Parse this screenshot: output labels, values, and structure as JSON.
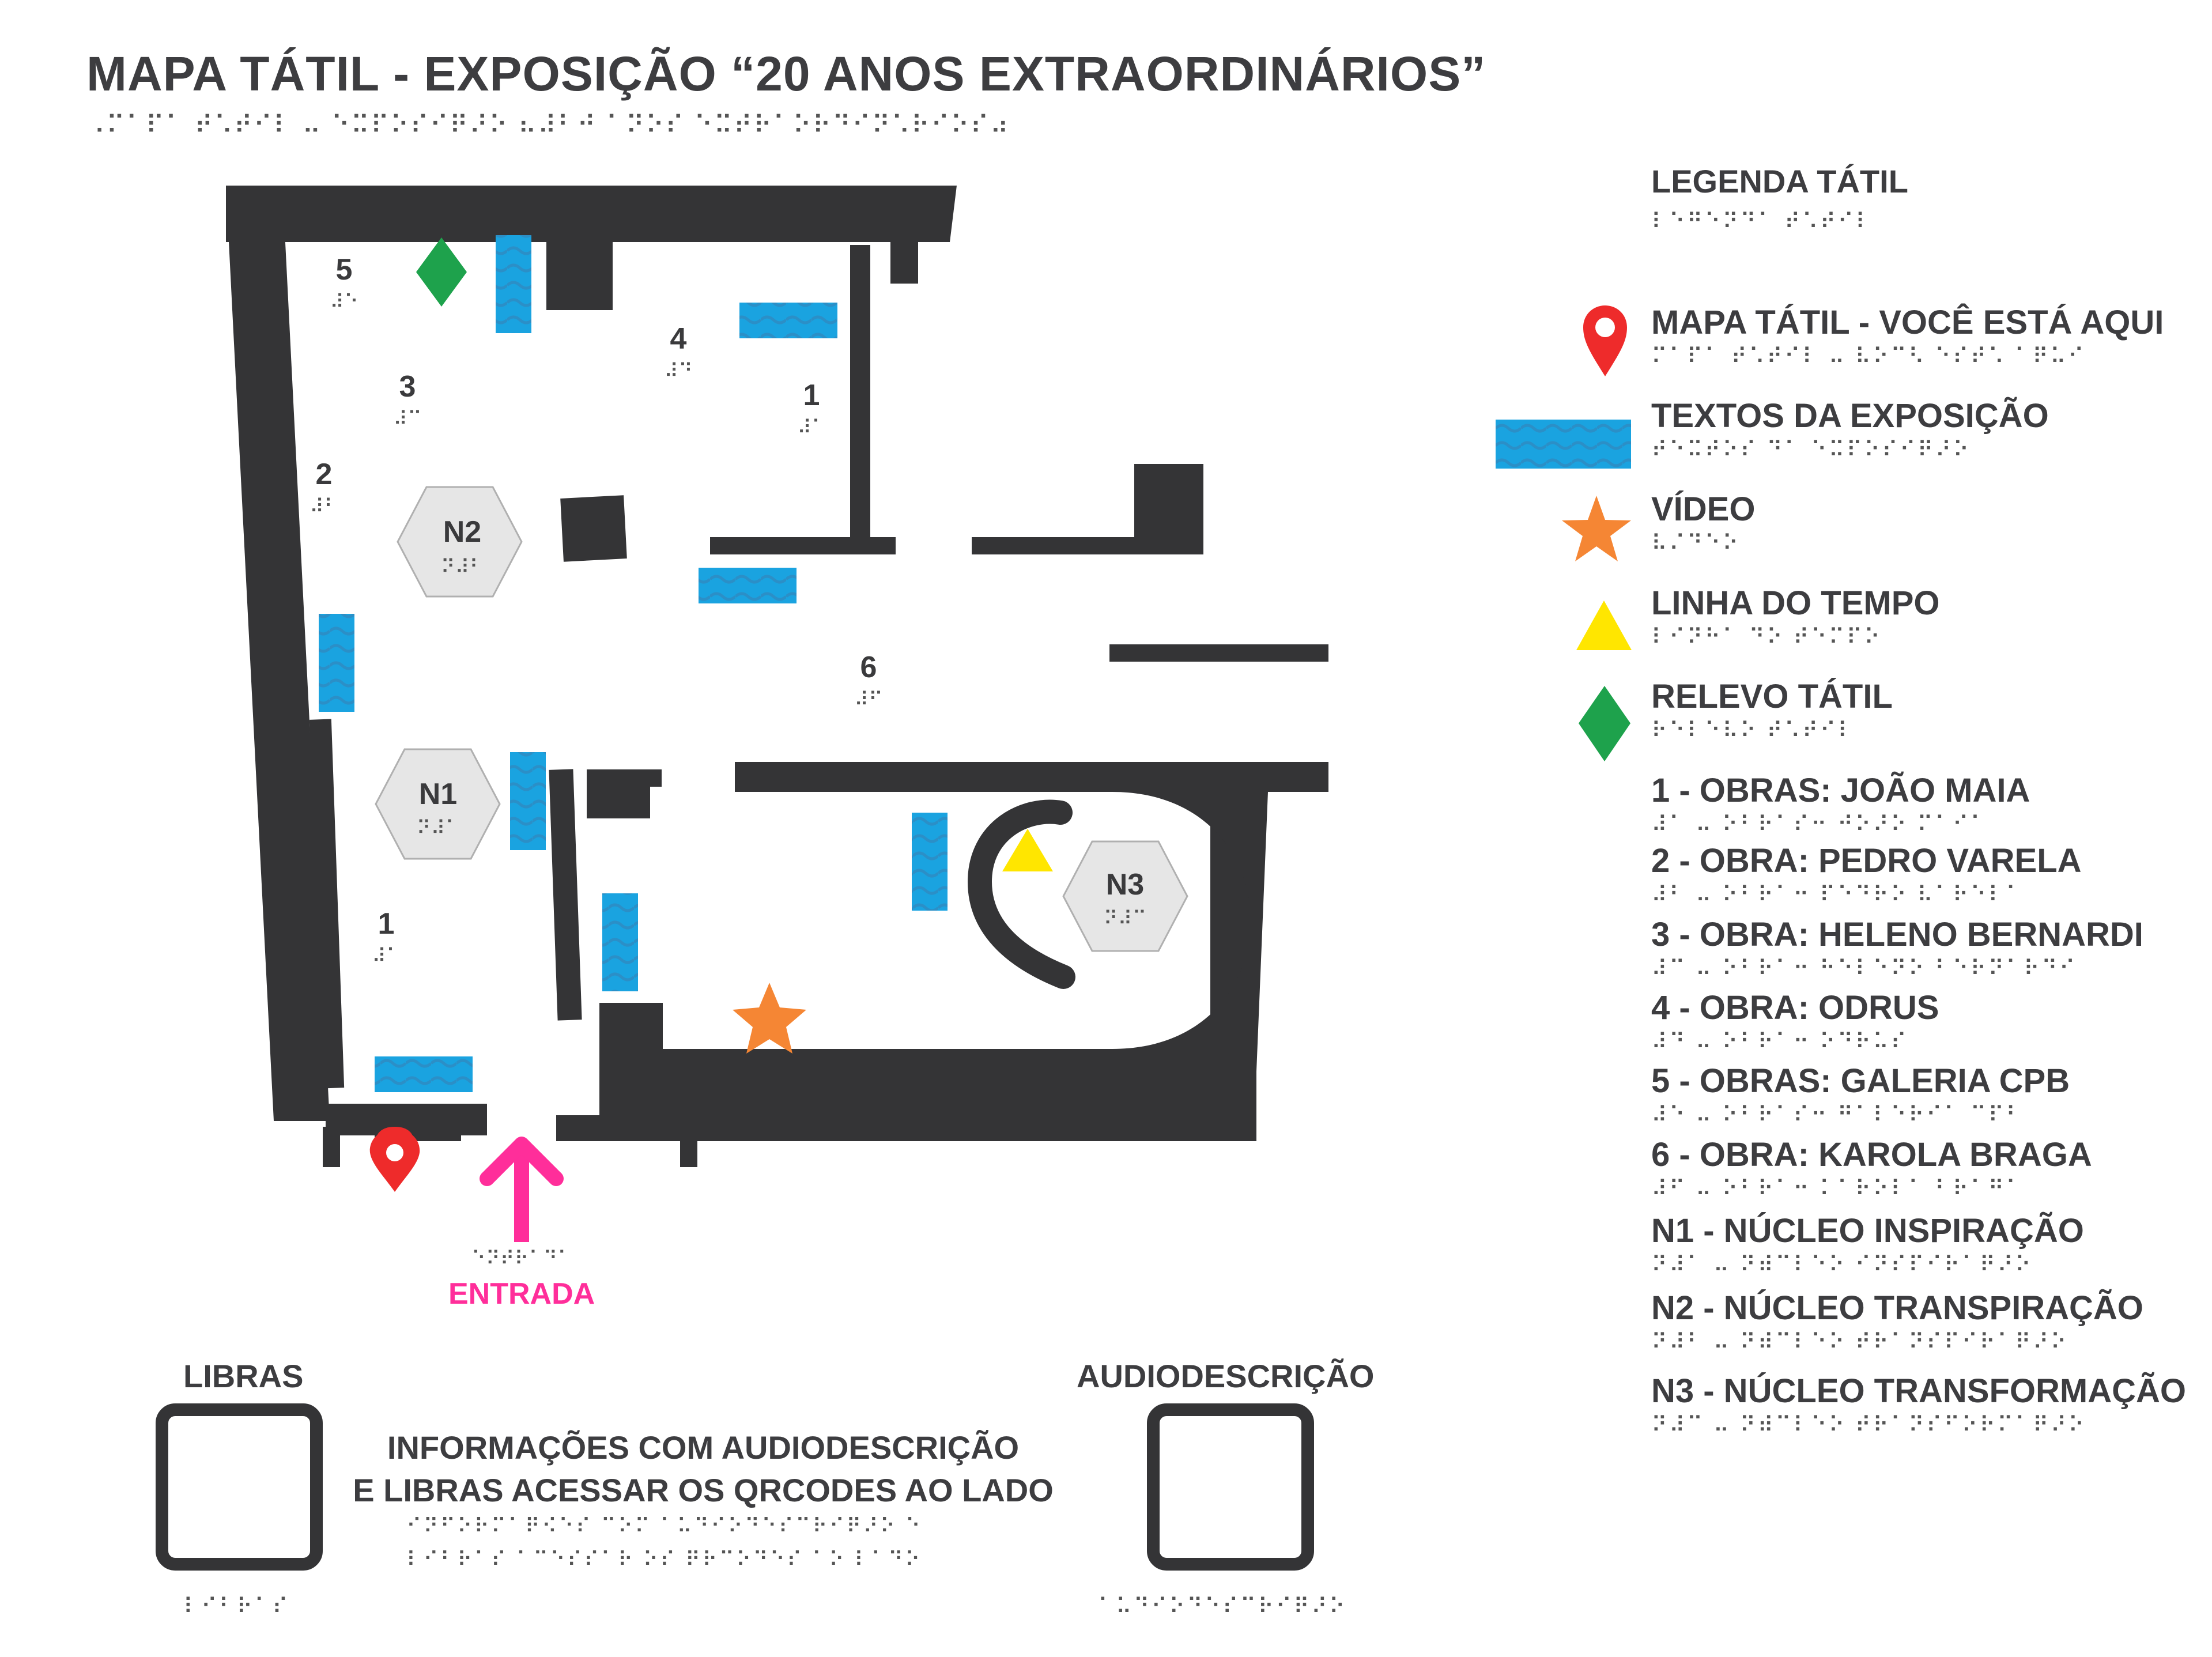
{
  "title": "MAPA TÁTIL - EXPOSIÇÃO “20 ANOS EXTRAORDINÁRIOS”",
  "title_braille": "⠠⠍⠁⠏⠁ ⠞⠡⠞⠊⠇ ⠤ ⠑⠭⠏⠕⠎⠊⠟⠜⠕ ⠦⠼⠃⠚ ⠁⠝⠕⠎ ⠑⠭⠞⠗⠁⠕⠗⠙⠊⠝⠡⠗⠊⠕⠎⠴",
  "map": {
    "rooms": [
      {
        "label": "5",
        "braille": "⠼⠑"
      },
      {
        "label": "4",
        "braille": "⠼⠙"
      },
      {
        "label": "3",
        "braille": "⠼⠉"
      },
      {
        "label": "1",
        "braille": "⠼⠁"
      },
      {
        "label": "2",
        "braille": "⠼⠃"
      },
      {
        "label": "6",
        "braille": "⠼⠋"
      },
      {
        "label": "1",
        "braille": "⠼⠁"
      }
    ],
    "nucleos": [
      {
        "label": "N2",
        "braille": "⠝⠼⠃"
      },
      {
        "label": "N1",
        "braille": "⠝⠼⠁"
      },
      {
        "label": "N3",
        "braille": "⠝⠼⠉"
      }
    ],
    "entrance_label": "ENTRADA",
    "entrance_braille": "⠑⠝⠞⠗⠁⠙⠁",
    "colors": {
      "wall": "#343436",
      "text_panel": "#1aa3e0",
      "pin": "#ee2b2b",
      "video_star": "#f58634",
      "timeline_triangle": "#ffe600",
      "relief_diamond": "#1ea24c",
      "entrance_arrow": "#ff2e9a",
      "hexagon": "#e6e6e6"
    }
  },
  "legend": {
    "title": "LEGENDA TÁTIL",
    "title_braille": "⠇⠑⠛⠑⠝⠙⠁ ⠞⠡⠞⠊⠇",
    "items": [
      {
        "icon": "map-pin-icon",
        "text": "MAPA TÁTIL - VOCÊ ESTÁ AQUI",
        "braille": "⠍⠁⠏⠁ ⠞⠡⠞⠊⠇ ⠤ ⠧⠕⠉⠣ ⠑⠎⠞⠡ ⠁⠟⠥⠊"
      },
      {
        "icon": "text-panel-icon",
        "text": "TEXTOS DA EXPOSIÇÃO",
        "braille": "⠞⠑⠭⠞⠕⠎ ⠙⠁ ⠑⠭⠏⠕⠎⠊⠟⠜⠕"
      },
      {
        "icon": "video-star-icon",
        "text": "VÍDEO",
        "braille": "⠧⠌⠙⠑⠕"
      },
      {
        "icon": "timeline-triangle-icon",
        "text": "LINHA DO TEMPO",
        "braille": "⠇⠊⠝⠓⠁ ⠙⠕ ⠞⠑⠍⠏⠕"
      },
      {
        "icon": "relief-diamond-icon",
        "text": "RELEVO TÁTIL",
        "braille": "⠗⠑⠇⠑⠧⠕ ⠞⠡⠞⠊⠇"
      }
    ],
    "works": [
      {
        "text": "1 - OBRAS: JOÃO MAIA",
        "braille": "⠼⠁ ⠤ ⠕⠃⠗⠁⠎⠒ ⠚⠕⠜⠕ ⠍⠁⠊⠁"
      },
      {
        "text": "2 - OBRA:  PEDRO VARELA",
        "braille": "⠼⠃ ⠤ ⠕⠃⠗⠁⠒ ⠏⠑⠙⠗⠕ ⠧⠁⠗⠑⠇⠁"
      },
      {
        "text": "3 - OBRA: HELENO BERNARDI",
        "braille": "⠼⠉ ⠤ ⠕⠃⠗⠁⠒ ⠓⠑⠇⠑⠝⠕ ⠃⠑⠗⠝⠁⠗⠙⠊"
      },
      {
        "text": "4 - OBRA: ODRUS",
        "braille": "⠼⠙ ⠤ ⠕⠃⠗⠁⠒ ⠕⠙⠗⠥⠎"
      },
      {
        "text": "5 - OBRAS: GALERIA CPB",
        "braille": "⠼⠑ ⠤ ⠕⠃⠗⠁⠎⠒ ⠛⠁⠇⠑⠗⠊⠁ ⠉⠏⠃"
      },
      {
        "text": "6 - OBRA: KAROLA BRAGA",
        "braille": "⠼⠋ ⠤ ⠕⠃⠗⠁⠒ ⠅⠁⠗⠕⠇⠁ ⠃⠗⠁⠛⠁"
      },
      {
        "text": "N1 - NÚCLEO INSPIRAÇÃO",
        "braille": "⠝⠼⠁ ⠤ ⠝⠾⠉⠇⠑⠕ ⠊⠝⠎⠏⠊⠗⠁⠟⠜⠕"
      },
      {
        "text": "N2 - NÚCLEO TRANSPIRAÇÃO",
        "braille": "⠝⠼⠃ ⠤ ⠝⠾⠉⠇⠑⠕ ⠞⠗⠁⠝⠎⠏⠊⠗⠁⠟⠜⠕"
      },
      {
        "text": "N3 - NÚCLEO TRANSFORMAÇÃO",
        "braille": "⠝⠼⠉ ⠤ ⠝⠾⠉⠇⠑⠕ ⠞⠗⠁⠝⠎⠋⠕⠗⠍⠁⠟⠜⠕"
      }
    ]
  },
  "footer": {
    "libras_label": "LIBRAS",
    "libras_braille": "⠇⠊⠃⠗⠁⠎",
    "audio_label": "AUDIODESCRIÇÃO",
    "audio_braille": "⠁⠥⠙⠊⠕⠙⠑⠎⠉⠗⠊⠟⠜⠕",
    "info_line1": "INFORMAÇÕES COM AUDIODESCRIÇÃO",
    "info_line2": "E LIBRAS ACESSAR OS QRCODES AO LADO",
    "info_braille1": "⠊⠝⠋⠕⠗⠍⠁⠟⠪⠑⠎ ⠉⠕⠍ ⠁⠥⠙⠊⠕⠙⠑⠎⠉⠗⠊⠟⠜⠕ ⠑",
    "info_braille2": "⠇⠊⠃⠗⠁⠎ ⠁⠉⠑⠎⠎⠁⠗ ⠕⠎ ⠟⠗⠉⠕⠙⠑⠎ ⠁⠕ ⠇⠁⠙⠕"
  }
}
